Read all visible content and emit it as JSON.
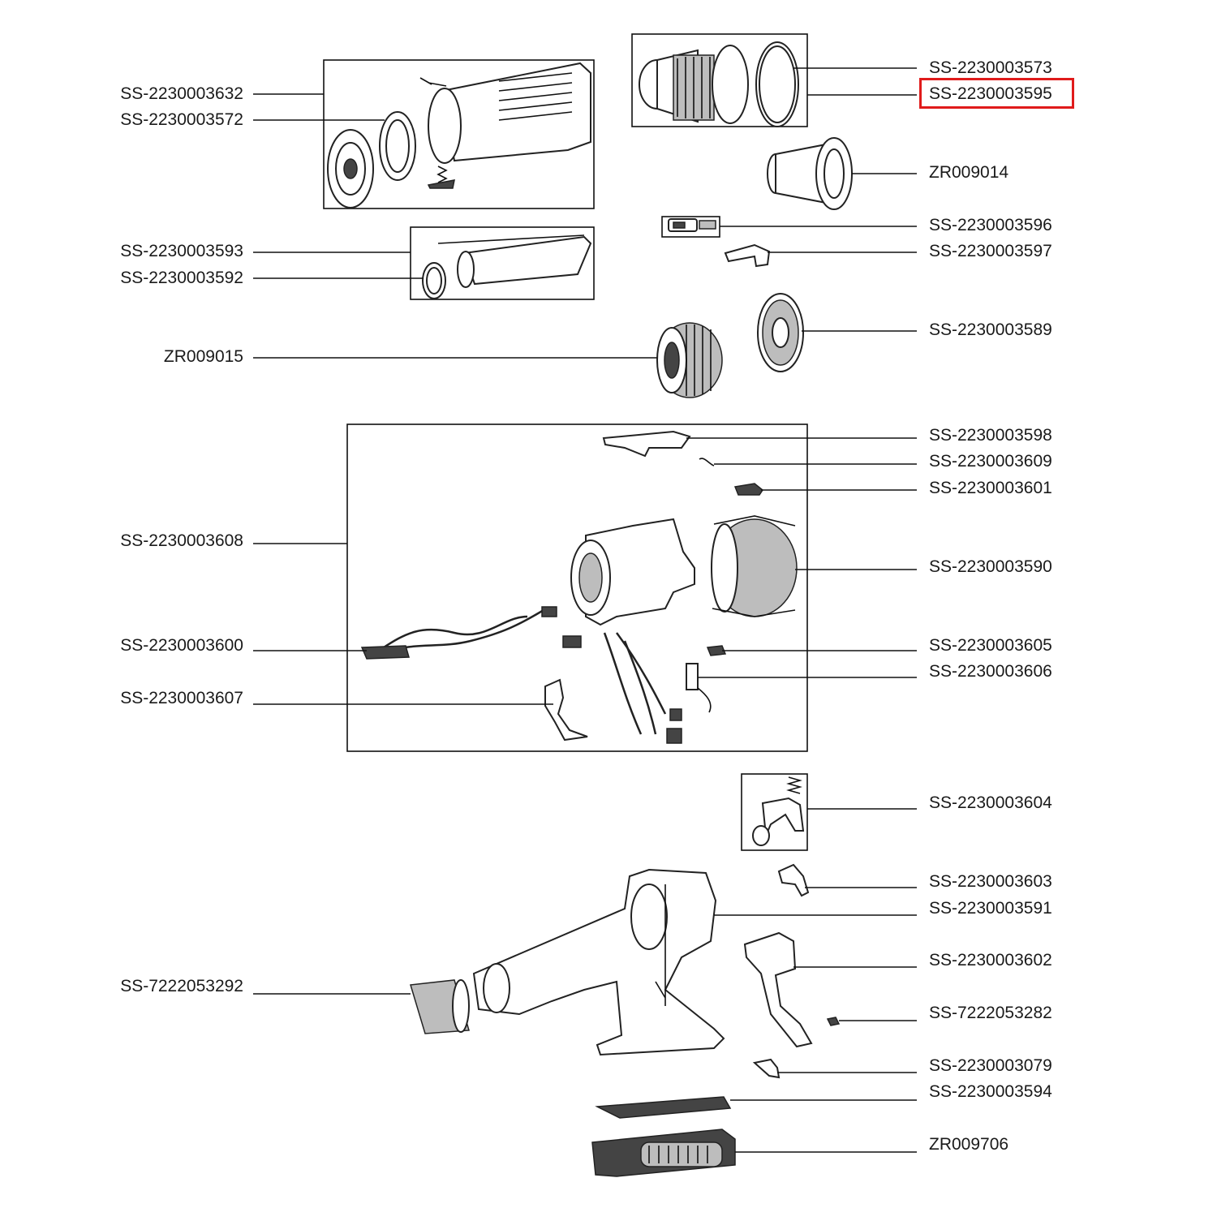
{
  "highlight_color": "#e01b1b",
  "labels_left": [
    {
      "id": "SS-2230003632"
    },
    {
      "id": "SS-2230003572"
    },
    {
      "id": "SS-2230003593"
    },
    {
      "id": "SS-2230003592"
    },
    {
      "id": "ZR009015"
    },
    {
      "id": "SS-2230003608"
    },
    {
      "id": "SS-2230003600"
    },
    {
      "id": "SS-2230003607"
    },
    {
      "id": "SS-7222053292"
    }
  ],
  "labels_right": [
    {
      "id": "SS-2230003573"
    },
    {
      "id": "SS-2230003595",
      "highlighted": true
    },
    {
      "id": "ZR009014"
    },
    {
      "id": "SS-2230003596"
    },
    {
      "id": "SS-2230003597"
    },
    {
      "id": "SS-2230003589"
    },
    {
      "id": "SS-2230003598"
    },
    {
      "id": "SS-2230003609"
    },
    {
      "id": "SS-2230003601"
    },
    {
      "id": "SS-2230003590"
    },
    {
      "id": "SS-2230003605"
    },
    {
      "id": "SS-2230003606"
    },
    {
      "id": "SS-2230003604"
    },
    {
      "id": "SS-2230003603"
    },
    {
      "id": "SS-2230003591"
    },
    {
      "id": "SS-2230003602"
    },
    {
      "id": "SS-7222053282"
    },
    {
      "id": "SS-2230003079"
    },
    {
      "id": "SS-2230003594"
    },
    {
      "id": "ZR009706"
    }
  ]
}
